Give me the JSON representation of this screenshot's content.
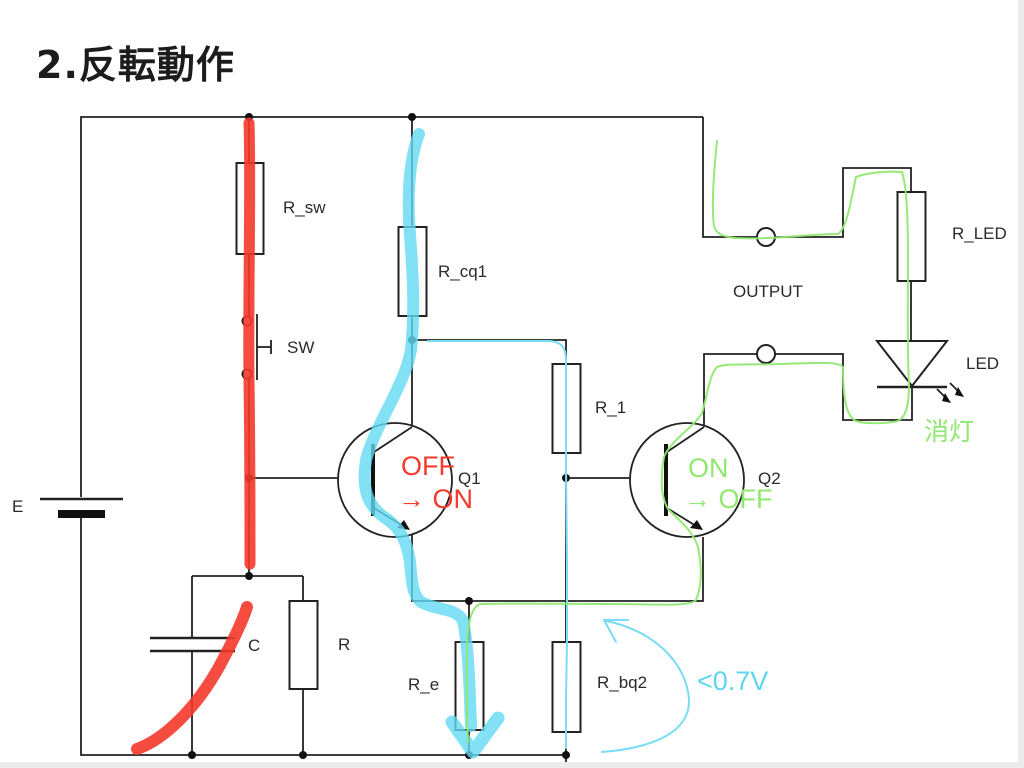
{
  "title": "2.反転動作",
  "colors": {
    "wire": "#222222",
    "highlight_red": "#f5392b",
    "highlight_cyan": "#63d9f2",
    "trace_green": "#8fe86f",
    "trace_cyan": "#7adcf5",
    "annotation_blue_text": "#5fd4f2"
  },
  "labels": {
    "r_sw": "R_sw",
    "sw": "SW",
    "r_cq1": "R_cq1",
    "r_1": "R_1",
    "q1": "Q1",
    "q2": "Q2",
    "output": "OUTPUT",
    "r_led": "R_LED",
    "led": "LED",
    "battery": "E",
    "capacitor": "C",
    "resistor_r": "R",
    "r_e": "R_e",
    "r_bq2": "R_bq2"
  },
  "annotations": {
    "q1_state_line1": "OFF",
    "q1_state_line2": "→ ON",
    "q2_state_line1": "ON",
    "q2_state_line2": "→ OFF",
    "led_state": "消灯",
    "voltage_note": "<0.7V"
  }
}
